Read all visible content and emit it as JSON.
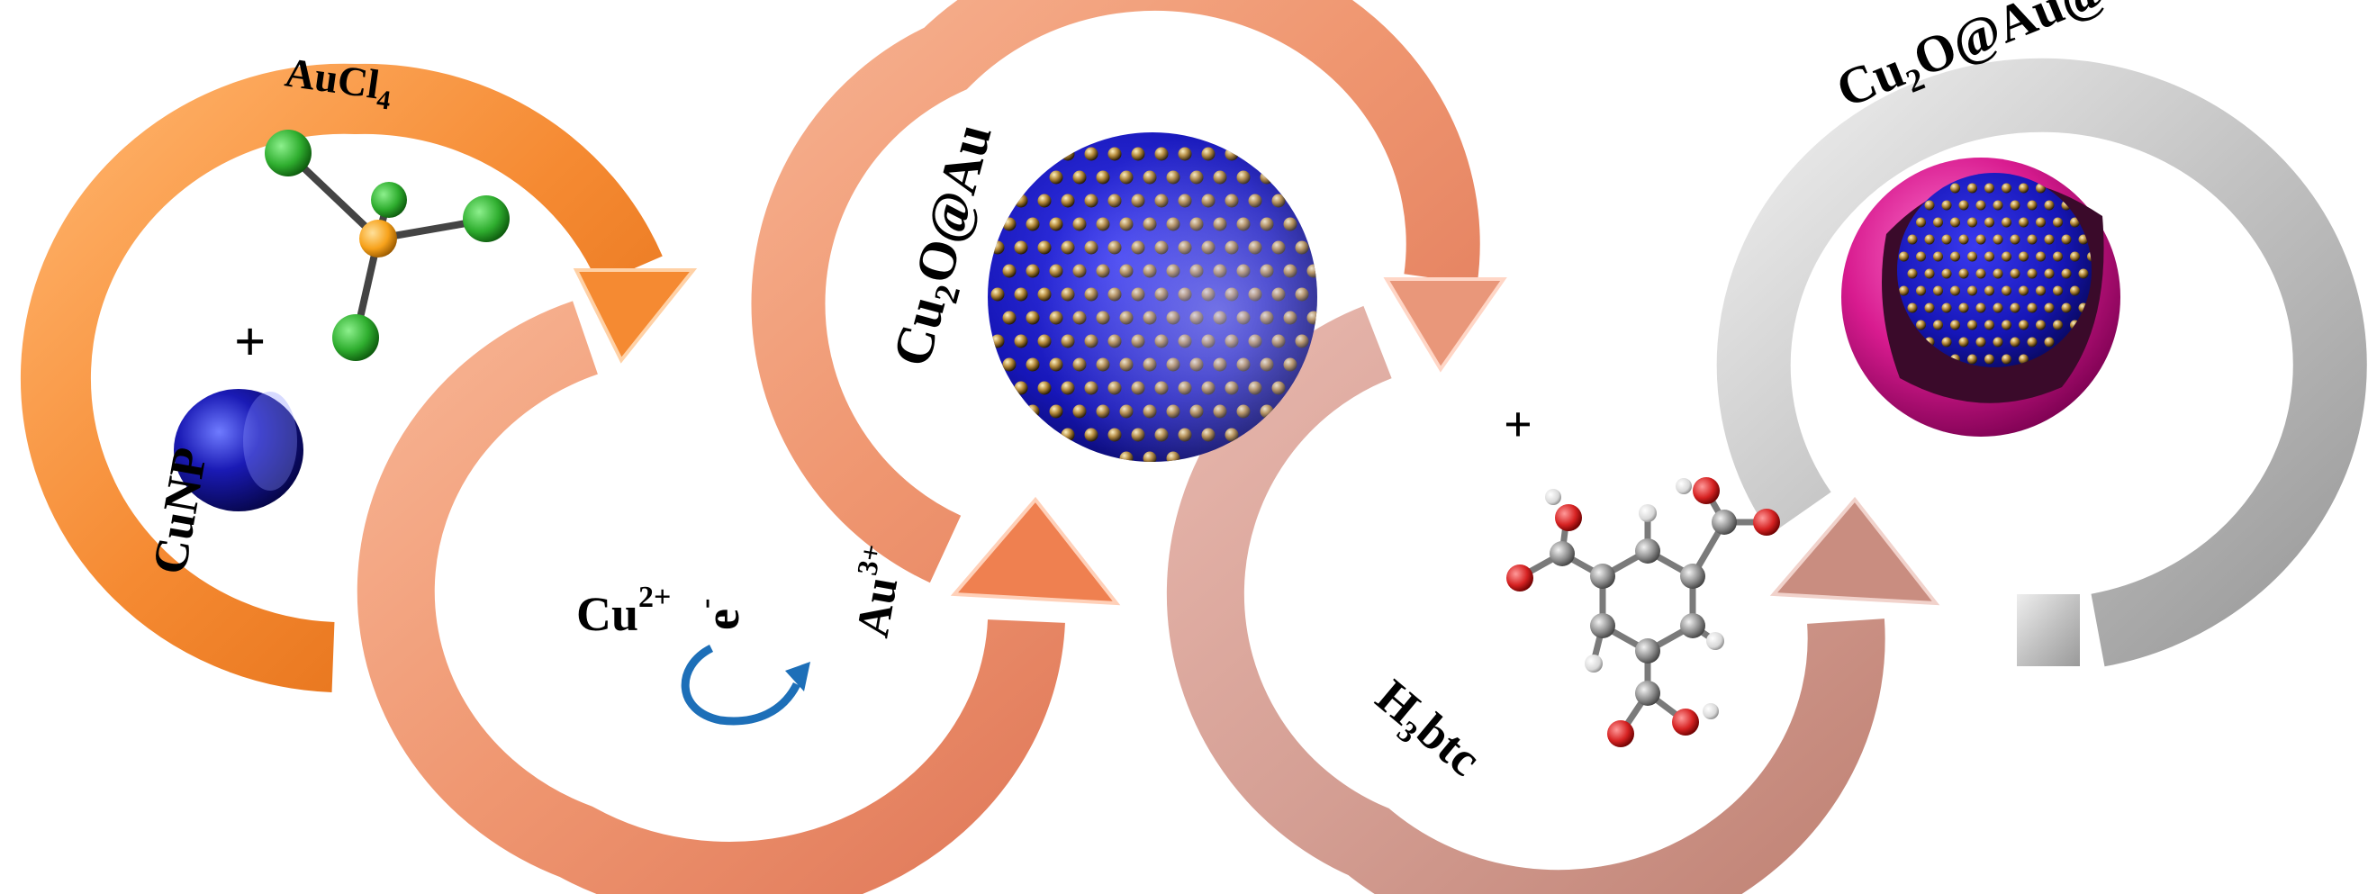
{
  "labels": {
    "reagent_1": "AuCl",
    "reagent_1_sub": "4",
    "start_material": "CuNP",
    "plus_1": "+",
    "cu_ion": "Cu",
    "cu_ion_sup": "2+",
    "electron": "e",
    "electron_sup": "-",
    "au_ion": "Au",
    "au_ion_sup": "3+",
    "intermediate_a": "Cu",
    "intermediate_sub": "2",
    "intermediate_b": "O@Au",
    "plus_2": "+",
    "linker_a": "H",
    "linker_sub": "3",
    "linker_b": "btc",
    "product_a": "Cu",
    "product_sub": "2",
    "product_b": "O@Au@Cu-MOF"
  },
  "colors": {
    "arrow_orange": "#f58a32",
    "arrow_salmon": "#f0a07a",
    "arrow_pink": "#d9a49a",
    "arrow_grey": "#bdbdbd",
    "chlorine_green": "#2fae2f",
    "gold_center": "#f7a21b",
    "cu_blue": "#1a1ab5",
    "mof_magenta": "#d81b8f",
    "oxygen_red": "#d62222",
    "carbon_grey": "#8c8c8c",
    "electron_arrow_blue": "#1d6fb8"
  }
}
